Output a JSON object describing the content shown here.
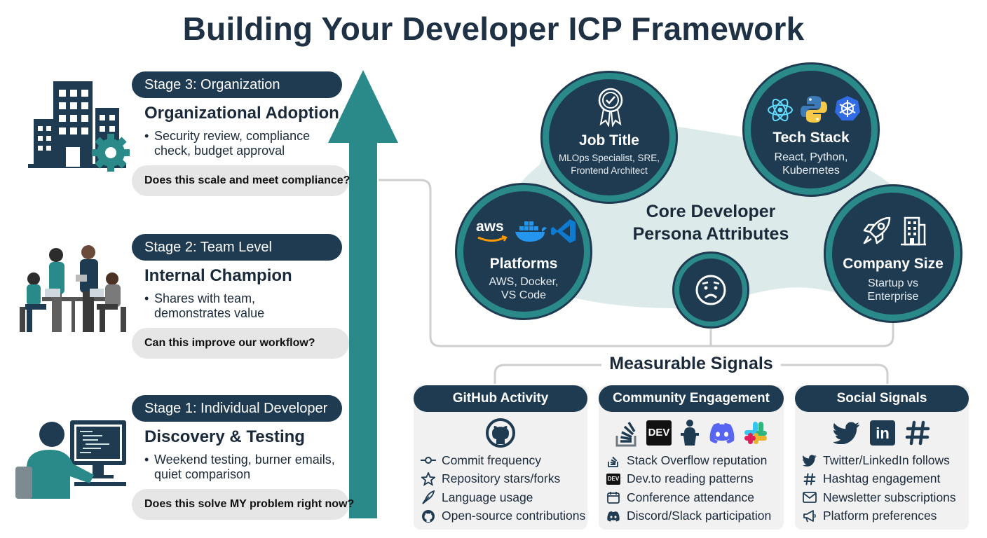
{
  "title": "Building Your Developer ICP Framework",
  "stages": [
    {
      "label": "Stage 3: Organization",
      "heading": "Organizational Adoption",
      "bullet_line1": "Security review, compliance",
      "bullet_line2": "check, budget approval",
      "question": "Does this scale and meet compliance?",
      "icon": "office-building-gear-icon"
    },
    {
      "label": "Stage 2: Team Level",
      "heading": "Internal Champion",
      "bullet_line1": "Shares with team,",
      "bullet_line2": "demonstrates value",
      "question": "Can this improve our workflow?",
      "icon": "team-meeting-icon"
    },
    {
      "label": "Stage 1: Individual Developer",
      "heading": "Discovery & Testing",
      "bullet_line1": "Weekend testing, burner emails,",
      "bullet_line2": "quiet comparison",
      "question": "Does this solve MY problem right now?",
      "icon": "developer-at-computer-icon"
    }
  ],
  "persona": {
    "center_line1": "Core Developer",
    "center_line2": "Persona Attributes",
    "attributes": [
      {
        "title": "Job Title",
        "sub_line1": "MLOps Specialist, SRE,",
        "sub_line2": "Frontend Architect",
        "icon": "certificate-badge-icon"
      },
      {
        "title": "Tech Stack",
        "sub_line1": "React, Python,",
        "sub_line2": "Kubernetes",
        "icons": [
          "react-icon",
          "python-icon",
          "kubernetes-icon"
        ]
      },
      {
        "title": "Platforms",
        "sub_line1": "AWS, Docker,",
        "sub_line2": "VS Code",
        "icons": [
          "aws-icon",
          "docker-icon",
          "vscode-icon"
        ],
        "aws_text": "aws"
      },
      {
        "title": "Company Size",
        "sub_line1": "Startup vs",
        "sub_line2": "Enterprise",
        "icons": [
          "rocket-icon",
          "building-icon"
        ]
      }
    ],
    "pain_icon": "worried-face-icon"
  },
  "signals": {
    "title": "Measurable Signals",
    "cards": [
      {
        "header": "GitHub Activity",
        "items": [
          "Commit frequency",
          "Repository stars/forks",
          "Language usage",
          "Open-source contributions"
        ]
      },
      {
        "header": "Community Engagement",
        "items": [
          "Stack Overflow reputation",
          "Dev.to reading patterns",
          "Conference attendance",
          "Discord/Slack participation"
        ],
        "dev_badge": "DEV"
      },
      {
        "header": "Social Signals",
        "items": [
          "Twitter/LinkedIn follows",
          "Hashtag engagement",
          "Newsletter subscriptions",
          "Platform preferences"
        ]
      }
    ]
  },
  "colors": {
    "navy": "#1f3b52",
    "teal": "#2a8a8a",
    "light_teal": "#dcebea",
    "gray_bubble": "#e6e6e6"
  }
}
